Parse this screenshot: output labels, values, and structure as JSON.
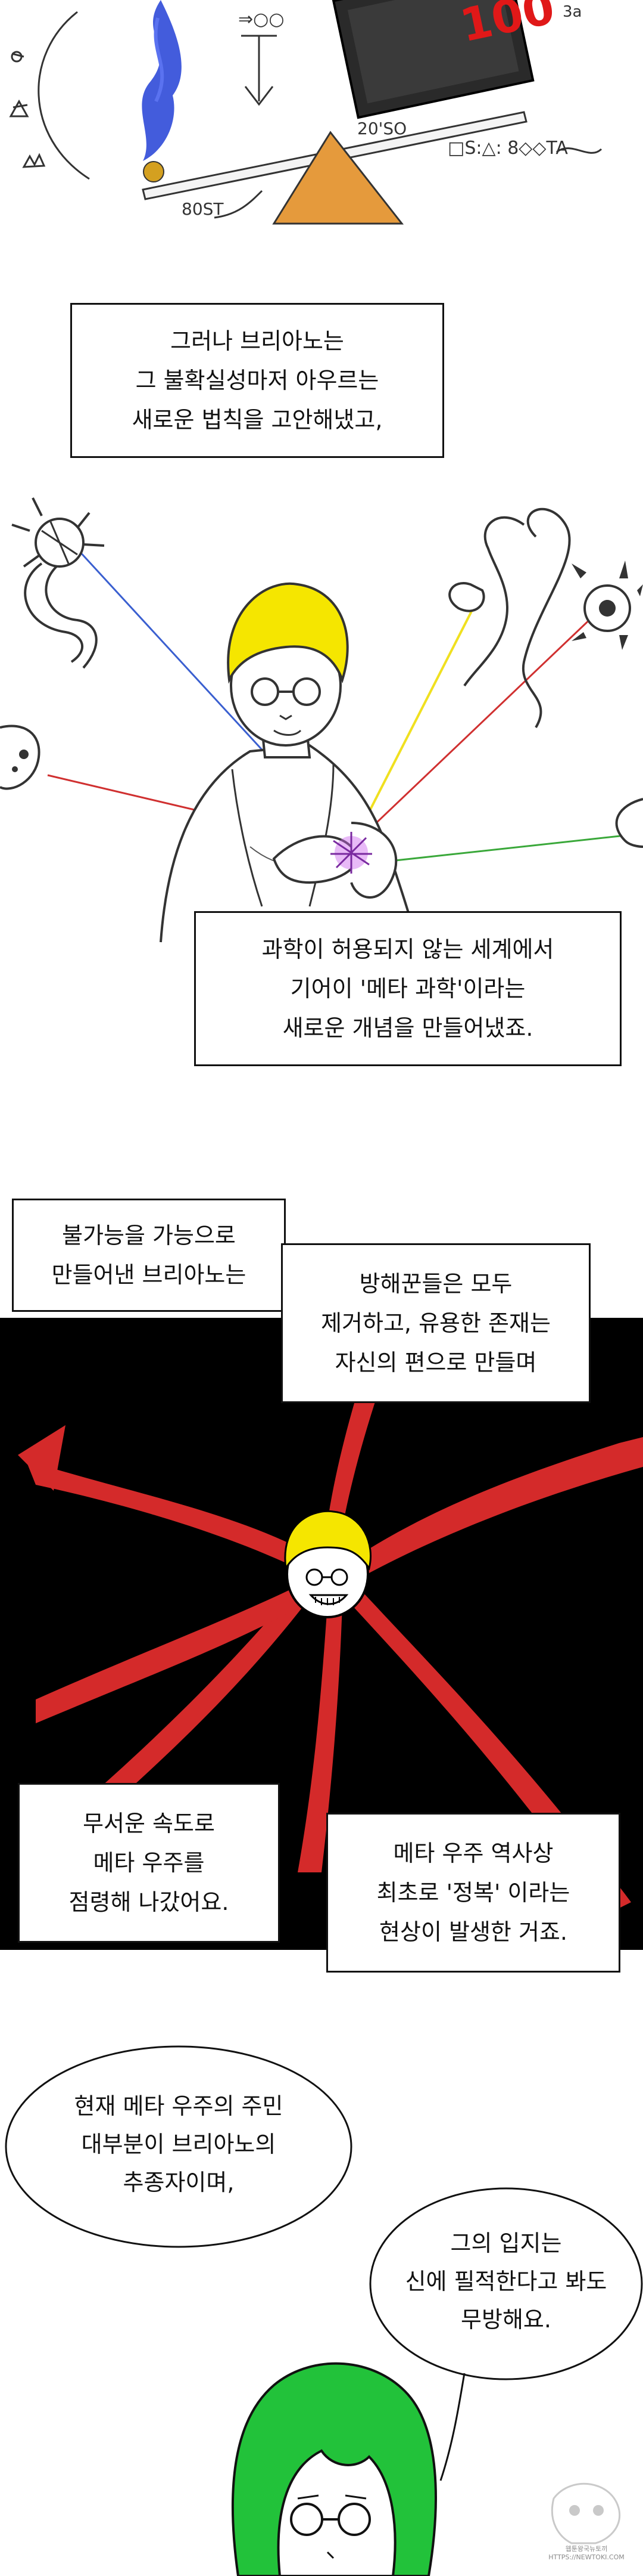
{
  "panel1": {
    "sign_number": "100",
    "label_20so": "20'SO",
    "label_80st": "80ST",
    "label_3a": "3a",
    "label_formula": "□S:△: 8◇◇TA",
    "label_arrow": "⇒○○"
  },
  "panel2": {
    "caption": "그러나 브리아노는\n그 불확실성마저 아우르는\n새로운 법칙을 고안해냈고,"
  },
  "panel3": {
    "caption": "과학이 허용되지 않는 세계에서\n기어이 '메타 과학'이라는\n새로운 개념을 만들어냈죠."
  },
  "panel4": {
    "caption_1": "불가능을 가능으로\n만들어낸 브리아노는",
    "caption_2": "방해꾼들은 모두\n제거하고, 유용한 존재는\n자신의 편으로 만들며",
    "caption_3": "무서운 속도로\n메타 우주를\n점령해 나갔어요.",
    "caption_4": "메타 우주 역사상\n최초로 '정복' 이라는\n현상이 발생한 거죠."
  },
  "panel5": {
    "bubble_1": "현재 메타 우주의 주민\n대부분이 브리아노의\n추종자이며,",
    "bubble_2": "그의 입지는\n신에 필적한다고 봐도\n무방해요."
  },
  "watermark": {
    "line_1": "웹툰왕국뉴토끼",
    "line_2": "HTTPS://NEWTOKI.COM"
  },
  "colors": {
    "tentacle_red": "#d42a2a",
    "hair_yellow": "#f5e600",
    "hair_green": "#22c23a",
    "triangle_orange": "#e59a3c",
    "flame_blue": "#2f4ad8",
    "beam_blue": "#3a5fd0",
    "beam_yellow": "#f0e020",
    "beam_red": "#d03030",
    "beam_green": "#3aa83a"
  }
}
